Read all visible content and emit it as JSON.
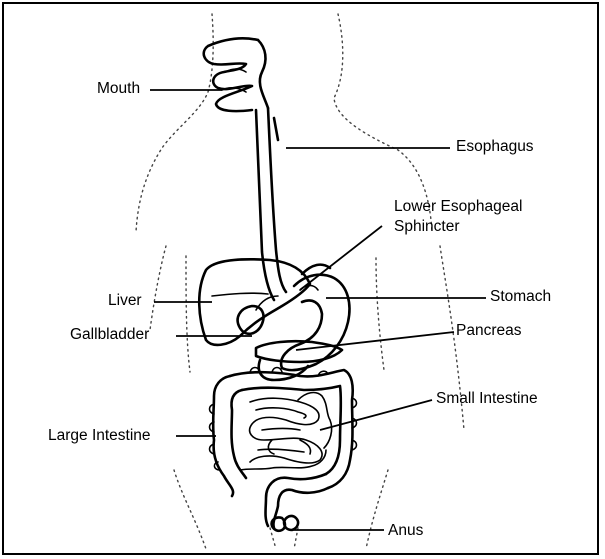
{
  "labels": {
    "mouth": "Mouth",
    "esophagus": "Esophagus",
    "les_line1": "Lower Esophageal",
    "les_line2": "Sphincter",
    "liver": "Liver",
    "stomach": "Stomach",
    "gallbladder": "Gallbladder",
    "pancreas": "Pancreas",
    "small_intestine": "Small Intestine",
    "large_intestine": "Large Intestine",
    "anus": "Anus"
  }
}
